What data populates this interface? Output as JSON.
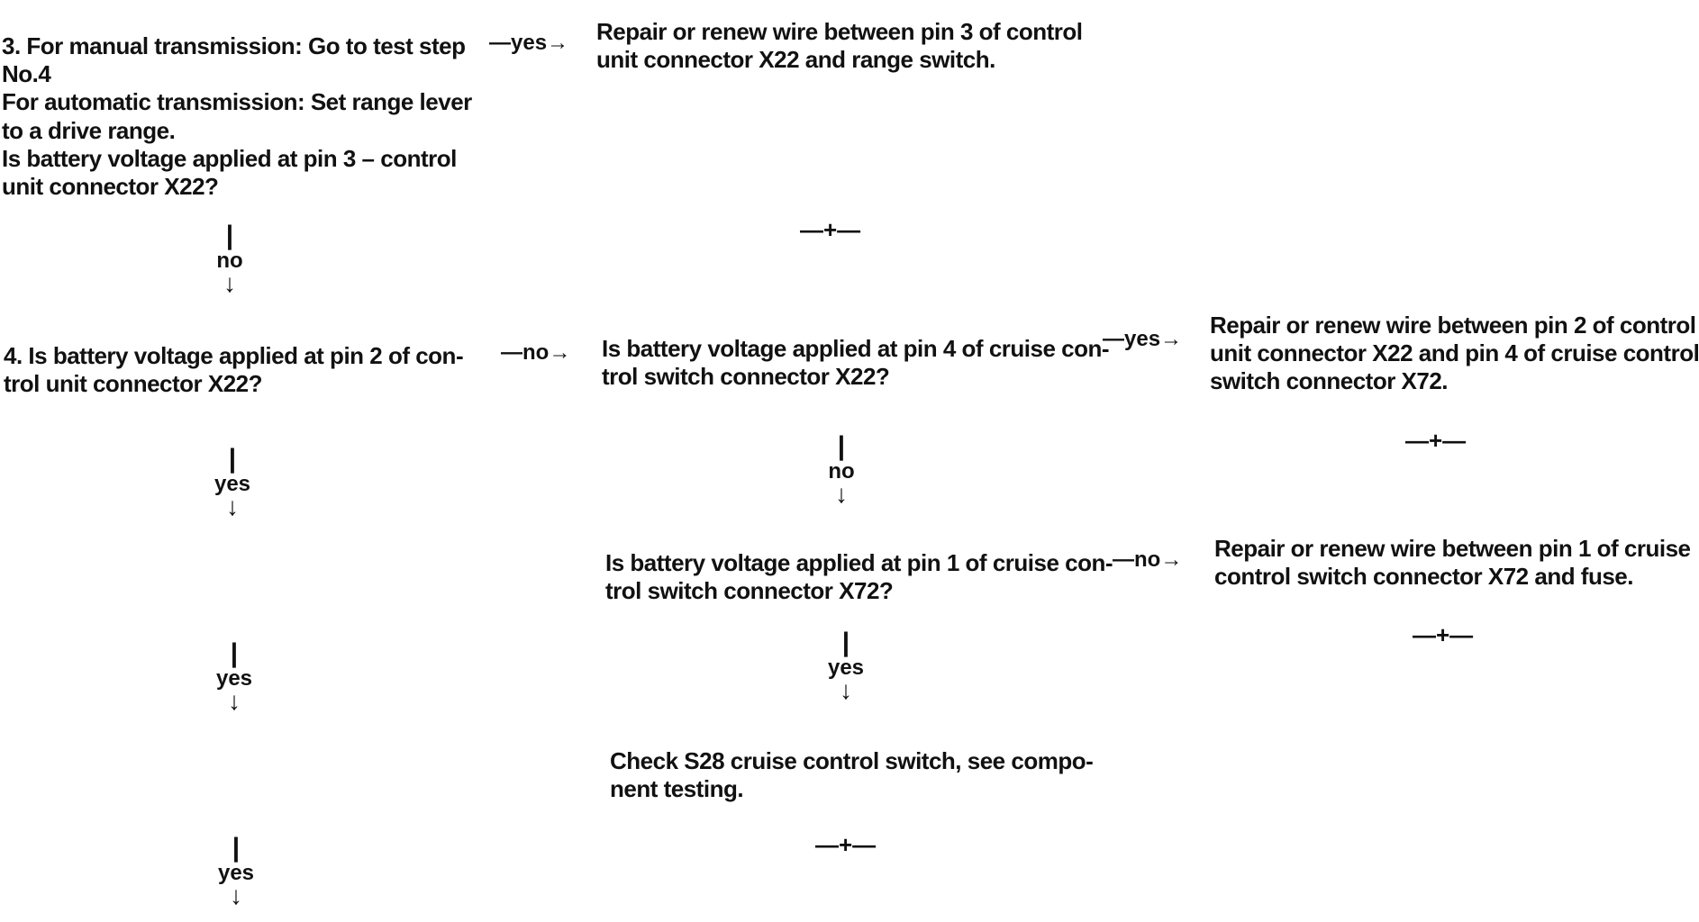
{
  "steps": {
    "step3": {
      "lines": [
        "3. For manual transmission: Go to test step",
        "No.4",
        "For automatic transmission: Set range lever",
        "to a drive range.",
        "Is battery voltage applied at pin 3 – control",
        "unit connector X22?"
      ]
    },
    "step3_yes": {
      "lines": [
        "Repair or renew wire between pin 3 of control",
        "unit connector X22 and range switch."
      ]
    },
    "step4": {
      "lines": [
        "4. Is battery voltage applied at pin 2 of con-",
        "trol unit connector X22?"
      ]
    },
    "step4_no": {
      "lines": [
        "Is battery voltage applied at pin 4 of cruise con-",
        "trol switch connector X22?"
      ]
    },
    "step4_no_yes": {
      "lines": [
        "Repair or renew wire between pin 2 of control",
        "unit connector X22 and pin 4 of cruise control",
        "switch connector X72."
      ]
    },
    "step4_no_no": {
      "lines": [
        "Is battery voltage applied at pin 1 of cruise con-",
        "trol switch connector X72?"
      ]
    },
    "step4_no_no_no": {
      "lines": [
        "Repair or renew wire between pin 1 of cruise",
        "control switch connector X72 and fuse."
      ]
    },
    "step4_no_no_yes": {
      "lines": [
        "Check S28 cruise control switch, see compo-",
        "nent testing."
      ]
    }
  },
  "flows": {
    "step3_yes": "—yes→",
    "step3_down": {
      "label": "no"
    },
    "step4_no": "—no→",
    "step4_down_1": {
      "label": "yes"
    },
    "step4_down_2": {
      "label": "yes"
    },
    "step4_down_3": {
      "label": "yes"
    },
    "step4_no_yes": "—yes→",
    "step4_no_down": {
      "label": "no"
    },
    "step4_no_no_no": "—no→",
    "step4_no_no_down": {
      "label": "yes"
    }
  },
  "end_marks": {
    "end_1": "—+—",
    "end_2": "—+—",
    "end_3": "—+—",
    "end_4": "—+—"
  }
}
